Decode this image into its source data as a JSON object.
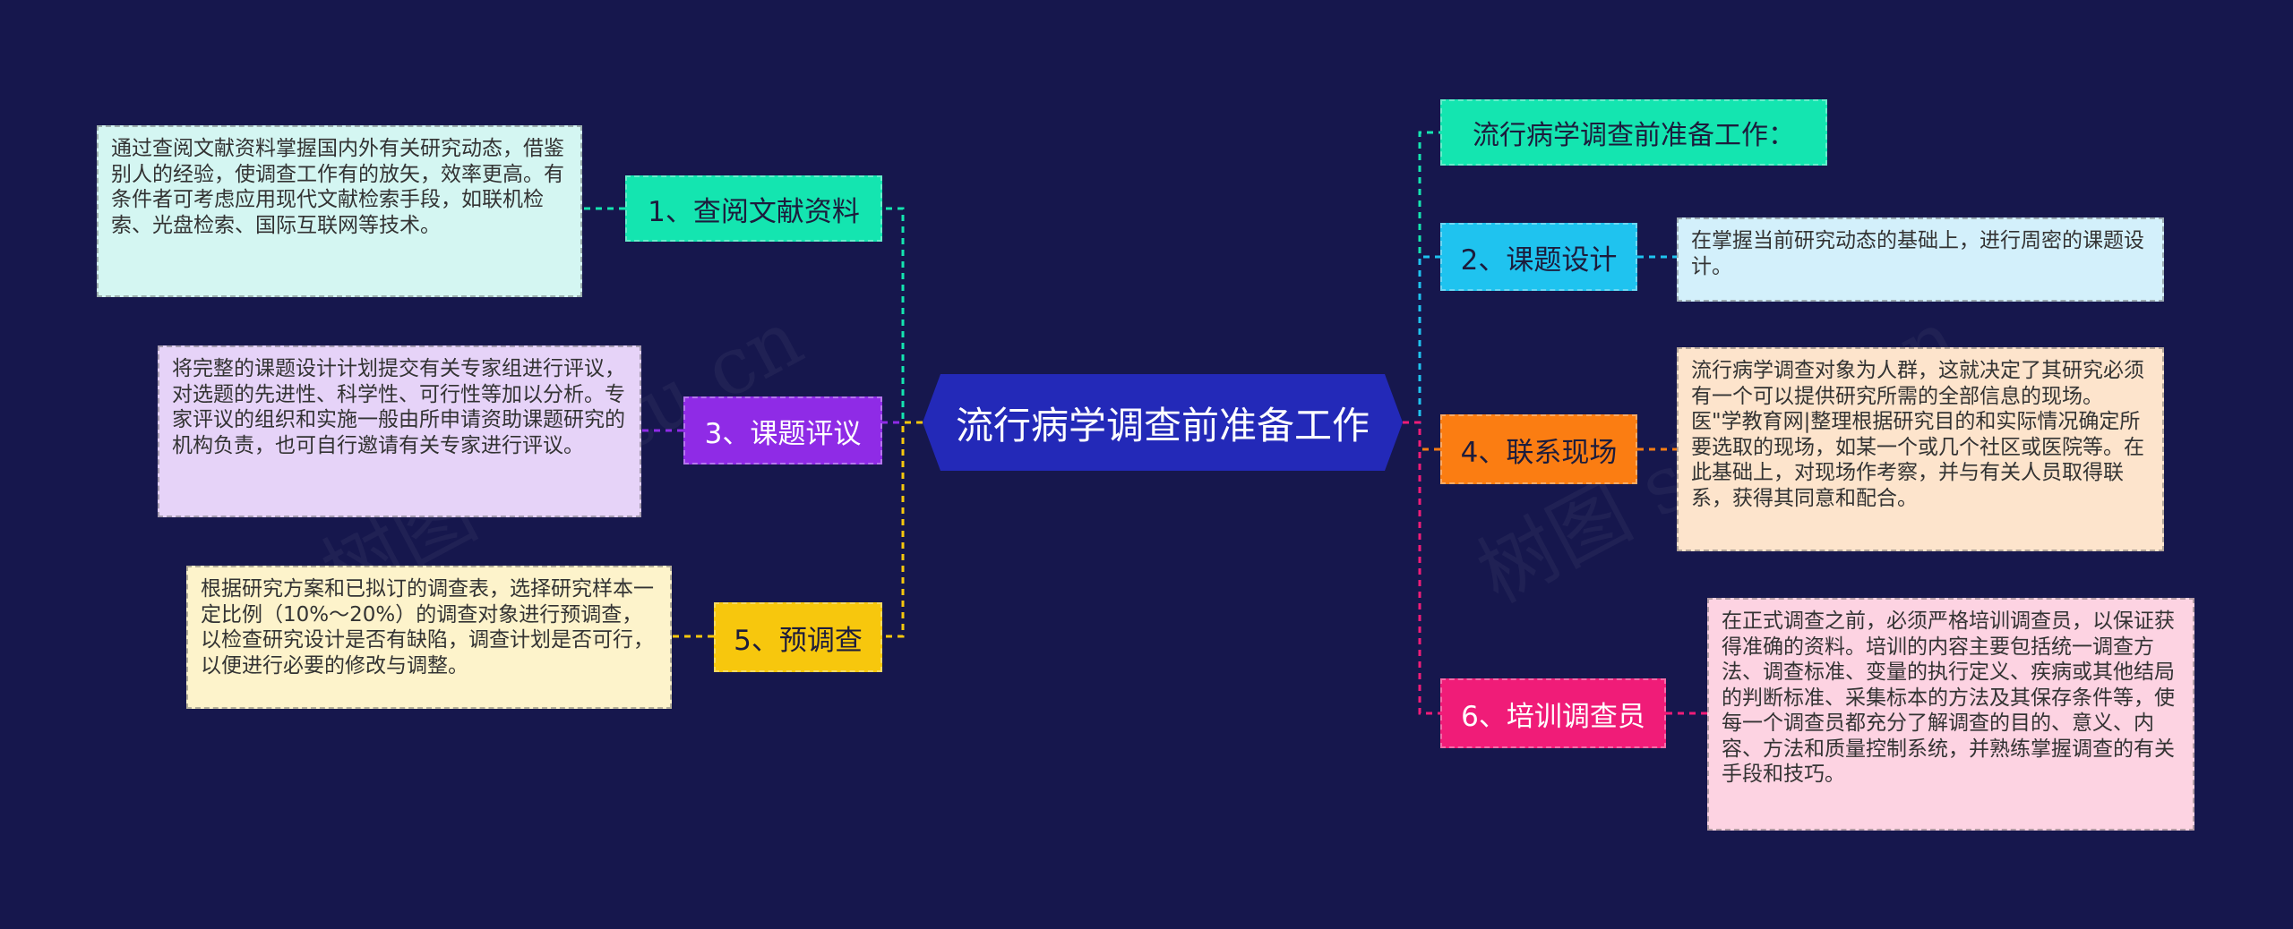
{
  "diagram": {
    "root": {
      "label": "流行病学调查前准备工作"
    },
    "intro": {
      "label": "流行病学调查前准备工作："
    },
    "branches": [
      {
        "label": "1、查阅文献资料",
        "color": "#14e5b0",
        "detail": "通过查阅文献资料掌握国内外有关研究动态，借鉴别人的经验，使调查工作有的放矢，效率更高。有条件者可考虑应用现代文献检索手段，如联机检索、光盘检索、国际互联网等技术。"
      },
      {
        "label": "2、课题设计",
        "color": "#1fc3ef",
        "detail": "在掌握当前研究动态的基础上，进行周密的课题设计。"
      },
      {
        "label": "3、课题评议",
        "color": "#8f2be6",
        "detail": "将完整的课题设计计划提交有关专家组进行评议，对选题的先进性、科学性、可行性等加以分析。专家评议的组织和实施一般由所申请资助课题研究的机构负责，也可自行邀请有关专家进行评议。"
      },
      {
        "label": "4、联系现场",
        "color": "#fb7d12",
        "detail": "流行病学调查对象为人群，这就决定了其研究必须有一个可以提供研究所需的全部信息的现场。医\"学教育网|整理根据研究目的和实际情况确定所要选取的现场，如某一个或几个社区或医院等。在此基础上，对现场作考察，并与有关人员取得联系，获得其同意和配合。"
      },
      {
        "label": "5、预调查",
        "color": "#f7c70d",
        "detail": "根据研究方案和已拟订的调查表，选择研究样本一定比例（10%～20%）的调查对象进行预调查，以检查研究设计是否有缺陷，调查计划是否可行，以便进行必要的修改与调整。"
      },
      {
        "label": "6、培训调查员",
        "color": "#f01c78",
        "detail": "在正式调查之前，必须严格培训调查员，以保证获得准确的资料。培训的内容主要包括统一调查方法、调查标准、变量的执行定义、疾病或其他结局的判断标准、采集标本的方法及其保存条件等，使每一个调查员都充分了解调查的目的、意义、内容、方法和质量控制系统，并熟练掌握调查的有关手段和技巧。"
      }
    ]
  },
  "colors": {
    "background": "#16174d",
    "root": "#2329b8",
    "intro": "#14e5b0",
    "leaf_cyan_light": "#d4f6f2",
    "leaf_blue_light": "#d3f0fb",
    "leaf_purple_light": "#e6d3f8",
    "leaf_orange_light": "#fde4cc",
    "leaf_yellow_light": "#fdf3cb",
    "leaf_pink_light": "#fdd3e2"
  },
  "watermark": {
    "text": "树图 shutu.cn"
  }
}
